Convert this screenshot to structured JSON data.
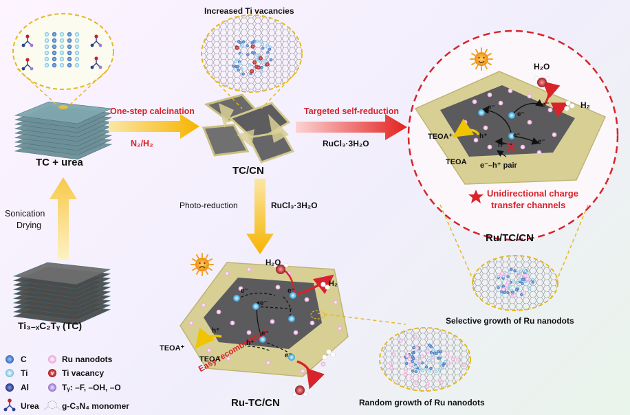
{
  "labels": {
    "tc_urea": "TC + urea",
    "tc_cn": "TC/CN",
    "ru_tc_cn_selective": "Ru/TC/CN",
    "ru_tc_cn_random": "Ru-TC/CN",
    "increased_ti": "Increased Ti vacancies",
    "one_step": "One-step calcination",
    "n2h2": "N₂/H₂",
    "targeted": "Targeted self-reduction",
    "rucl3_top": "RuCl₃·3H₂O",
    "photo_reduction": "Photo-reduction",
    "rucl3_mid": "RuCl₃·3H₂O",
    "sonication": "Sonication",
    "drying": "Drying",
    "tc_formula": "Ti₃₋ₓC₂Tᵧ (TC)",
    "selective_growth": "Selective growth of Ru nanodots",
    "random_growth": "Random growth of Ru nanodots",
    "easy_recomb": "Easy recombination",
    "unidir_1": "Unidirectional charge",
    "unidir_2": "transfer channels",
    "h2o_top": "H₂O",
    "h2_top": "H₂",
    "teoa_plus_top": "TEOA⁺",
    "teoa_top": "TEOA",
    "pair": "e⁻–h⁺ pair",
    "h2o_bot": "H₂O",
    "h2_bot": "H₂",
    "teoa_plus_bot": "TEOA⁺",
    "teoa_bot": "TEOA",
    "eminus": "e⁻",
    "hplus": "h⁺"
  },
  "legend": {
    "c": "C",
    "ti": "Ti",
    "al": "Al",
    "urea": "Urea",
    "ru": "Ru nanodots",
    "ti_vac": "Ti vacancy",
    "ty": "Tᵧ: –F, –OH, –O",
    "gcn": "g-C₃N₄ monomer",
    "v": "V"
  },
  "colors": {
    "red": "#d8232a",
    "ru": "#e9a9d8",
    "ti": "#8ad0ea",
    "c": "#3b78c4",
    "al": "#2c3f92",
    "vac": "#c2262b",
    "ty": "#9b7fd1",
    "sheet": "#d8cf94",
    "dark": "#5b5b5e"
  }
}
